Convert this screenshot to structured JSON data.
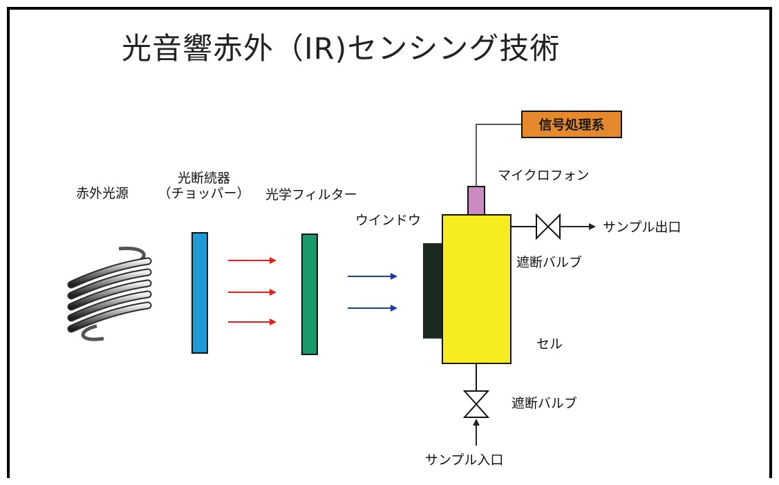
{
  "title": "光音響赤外（IR)センシング技術",
  "labels": {
    "ir_source": "赤外光源",
    "chopper_line1": "光断続器",
    "chopper_line2": "（チョッパー）",
    "optical_filter": "光学フィルター",
    "window": "ウインドウ",
    "signal_processing": "信号処理系",
    "microphone": "マイクロフォン",
    "sample_outlet": "サンプル出口",
    "shutoff_valve_top": "遮断バルブ",
    "cell": "セル",
    "shutoff_valve_bottom": "遮断バルブ",
    "sample_inlet": "サンプル入口"
  },
  "colors": {
    "chopper": "#1e9ad6",
    "filter": "#1a9a6a",
    "window": "#1c2a22",
    "cell": "#f7ec1f",
    "microphone": "#c98bc2",
    "signal_box": "#e5892c",
    "red_arrow": "#e0201a",
    "blue_arrow": "#1c3aa0"
  }
}
